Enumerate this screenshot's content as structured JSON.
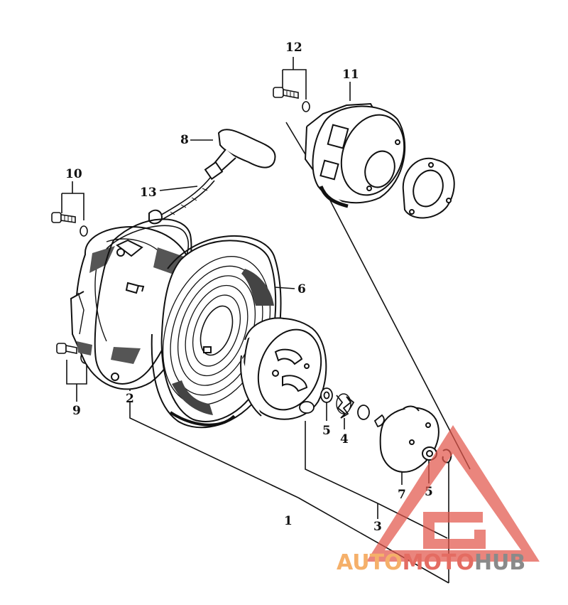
{
  "callouts": {
    "c1": "1",
    "c2": "2",
    "c3": "3",
    "c4": "4",
    "c5a": "5",
    "c5b": "5",
    "c6": "6",
    "c7": "7",
    "c8": "8",
    "c9": "9",
    "c10": "10",
    "c11": "11",
    "c12": "12",
    "c13": "13"
  },
  "watermark": {
    "part1": "AUTO",
    "part2": "MOTO",
    "part3": "HUB",
    "colors": {
      "auto": "#f5b06a",
      "moto": "#e46c62",
      "hub": "#8a8a8a"
    }
  }
}
